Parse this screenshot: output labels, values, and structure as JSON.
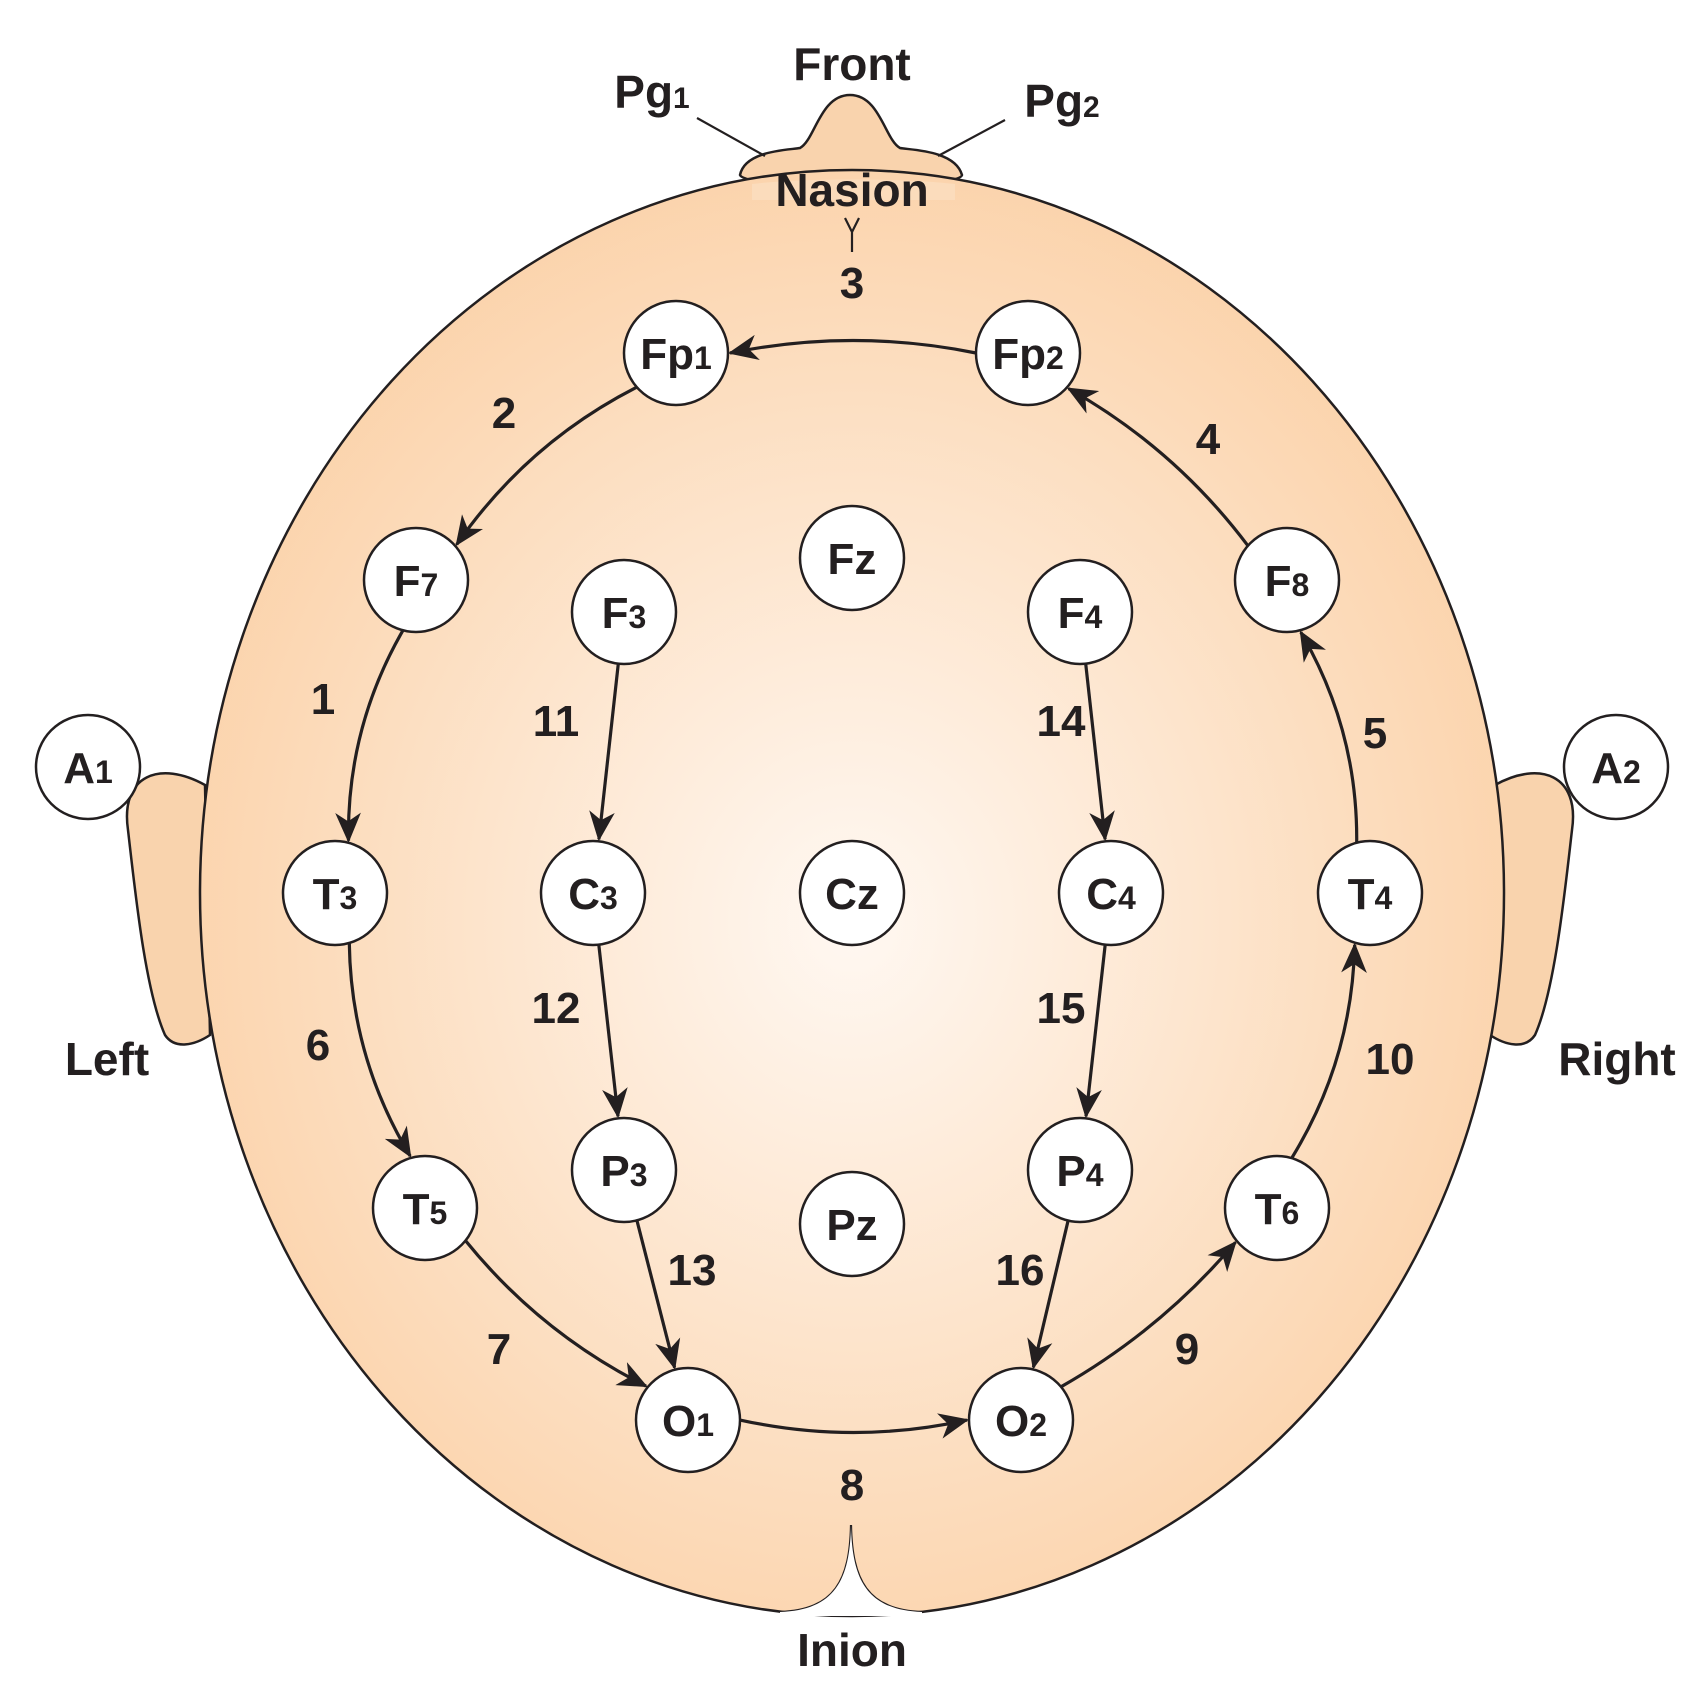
{
  "labels": {
    "front": "Front",
    "nasion": "Nasion",
    "inion": "Inion",
    "left": "Left",
    "right": "Right",
    "pg1": {
      "main": "Pg",
      "sub": "1"
    },
    "pg2": {
      "main": "Pg",
      "sub": "2"
    }
  },
  "electrodes": {
    "Fp1": {
      "main": "Fp",
      "sub": "1"
    },
    "Fp2": {
      "main": "Fp",
      "sub": "2"
    },
    "F7": {
      "main": "F",
      "sub": "7"
    },
    "F3": {
      "main": "F",
      "sub": "3"
    },
    "Fz": {
      "main": "Fz",
      "sub": ""
    },
    "F4": {
      "main": "F",
      "sub": "4"
    },
    "F8": {
      "main": "F",
      "sub": "8"
    },
    "A1": {
      "main": "A",
      "sub": "1"
    },
    "A2": {
      "main": "A",
      "sub": "2"
    },
    "T3": {
      "main": "T",
      "sub": "3"
    },
    "C3": {
      "main": "C",
      "sub": "3"
    },
    "Cz": {
      "main": "Cz",
      "sub": ""
    },
    "C4": {
      "main": "C",
      "sub": "4"
    },
    "T4": {
      "main": "T",
      "sub": "4"
    },
    "T5": {
      "main": "T",
      "sub": "5"
    },
    "P3": {
      "main": "P",
      "sub": "3"
    },
    "Pz": {
      "main": "Pz",
      "sub": ""
    },
    "P4": {
      "main": "P",
      "sub": "4"
    },
    "T6": {
      "main": "T",
      "sub": "6"
    },
    "O1": {
      "main": "O",
      "sub": "1"
    },
    "O2": {
      "main": "O",
      "sub": "2"
    }
  },
  "chain_numbers": [
    "1",
    "2",
    "3",
    "4",
    "5",
    "6",
    "7",
    "8",
    "9",
    "10",
    "11",
    "12",
    "13",
    "14",
    "15",
    "16"
  ],
  "colors": {
    "head_center": "#fff8f2",
    "head_edge": "#fbd2a9",
    "ear": "#f9d3ad",
    "stroke": "#231f20"
  }
}
